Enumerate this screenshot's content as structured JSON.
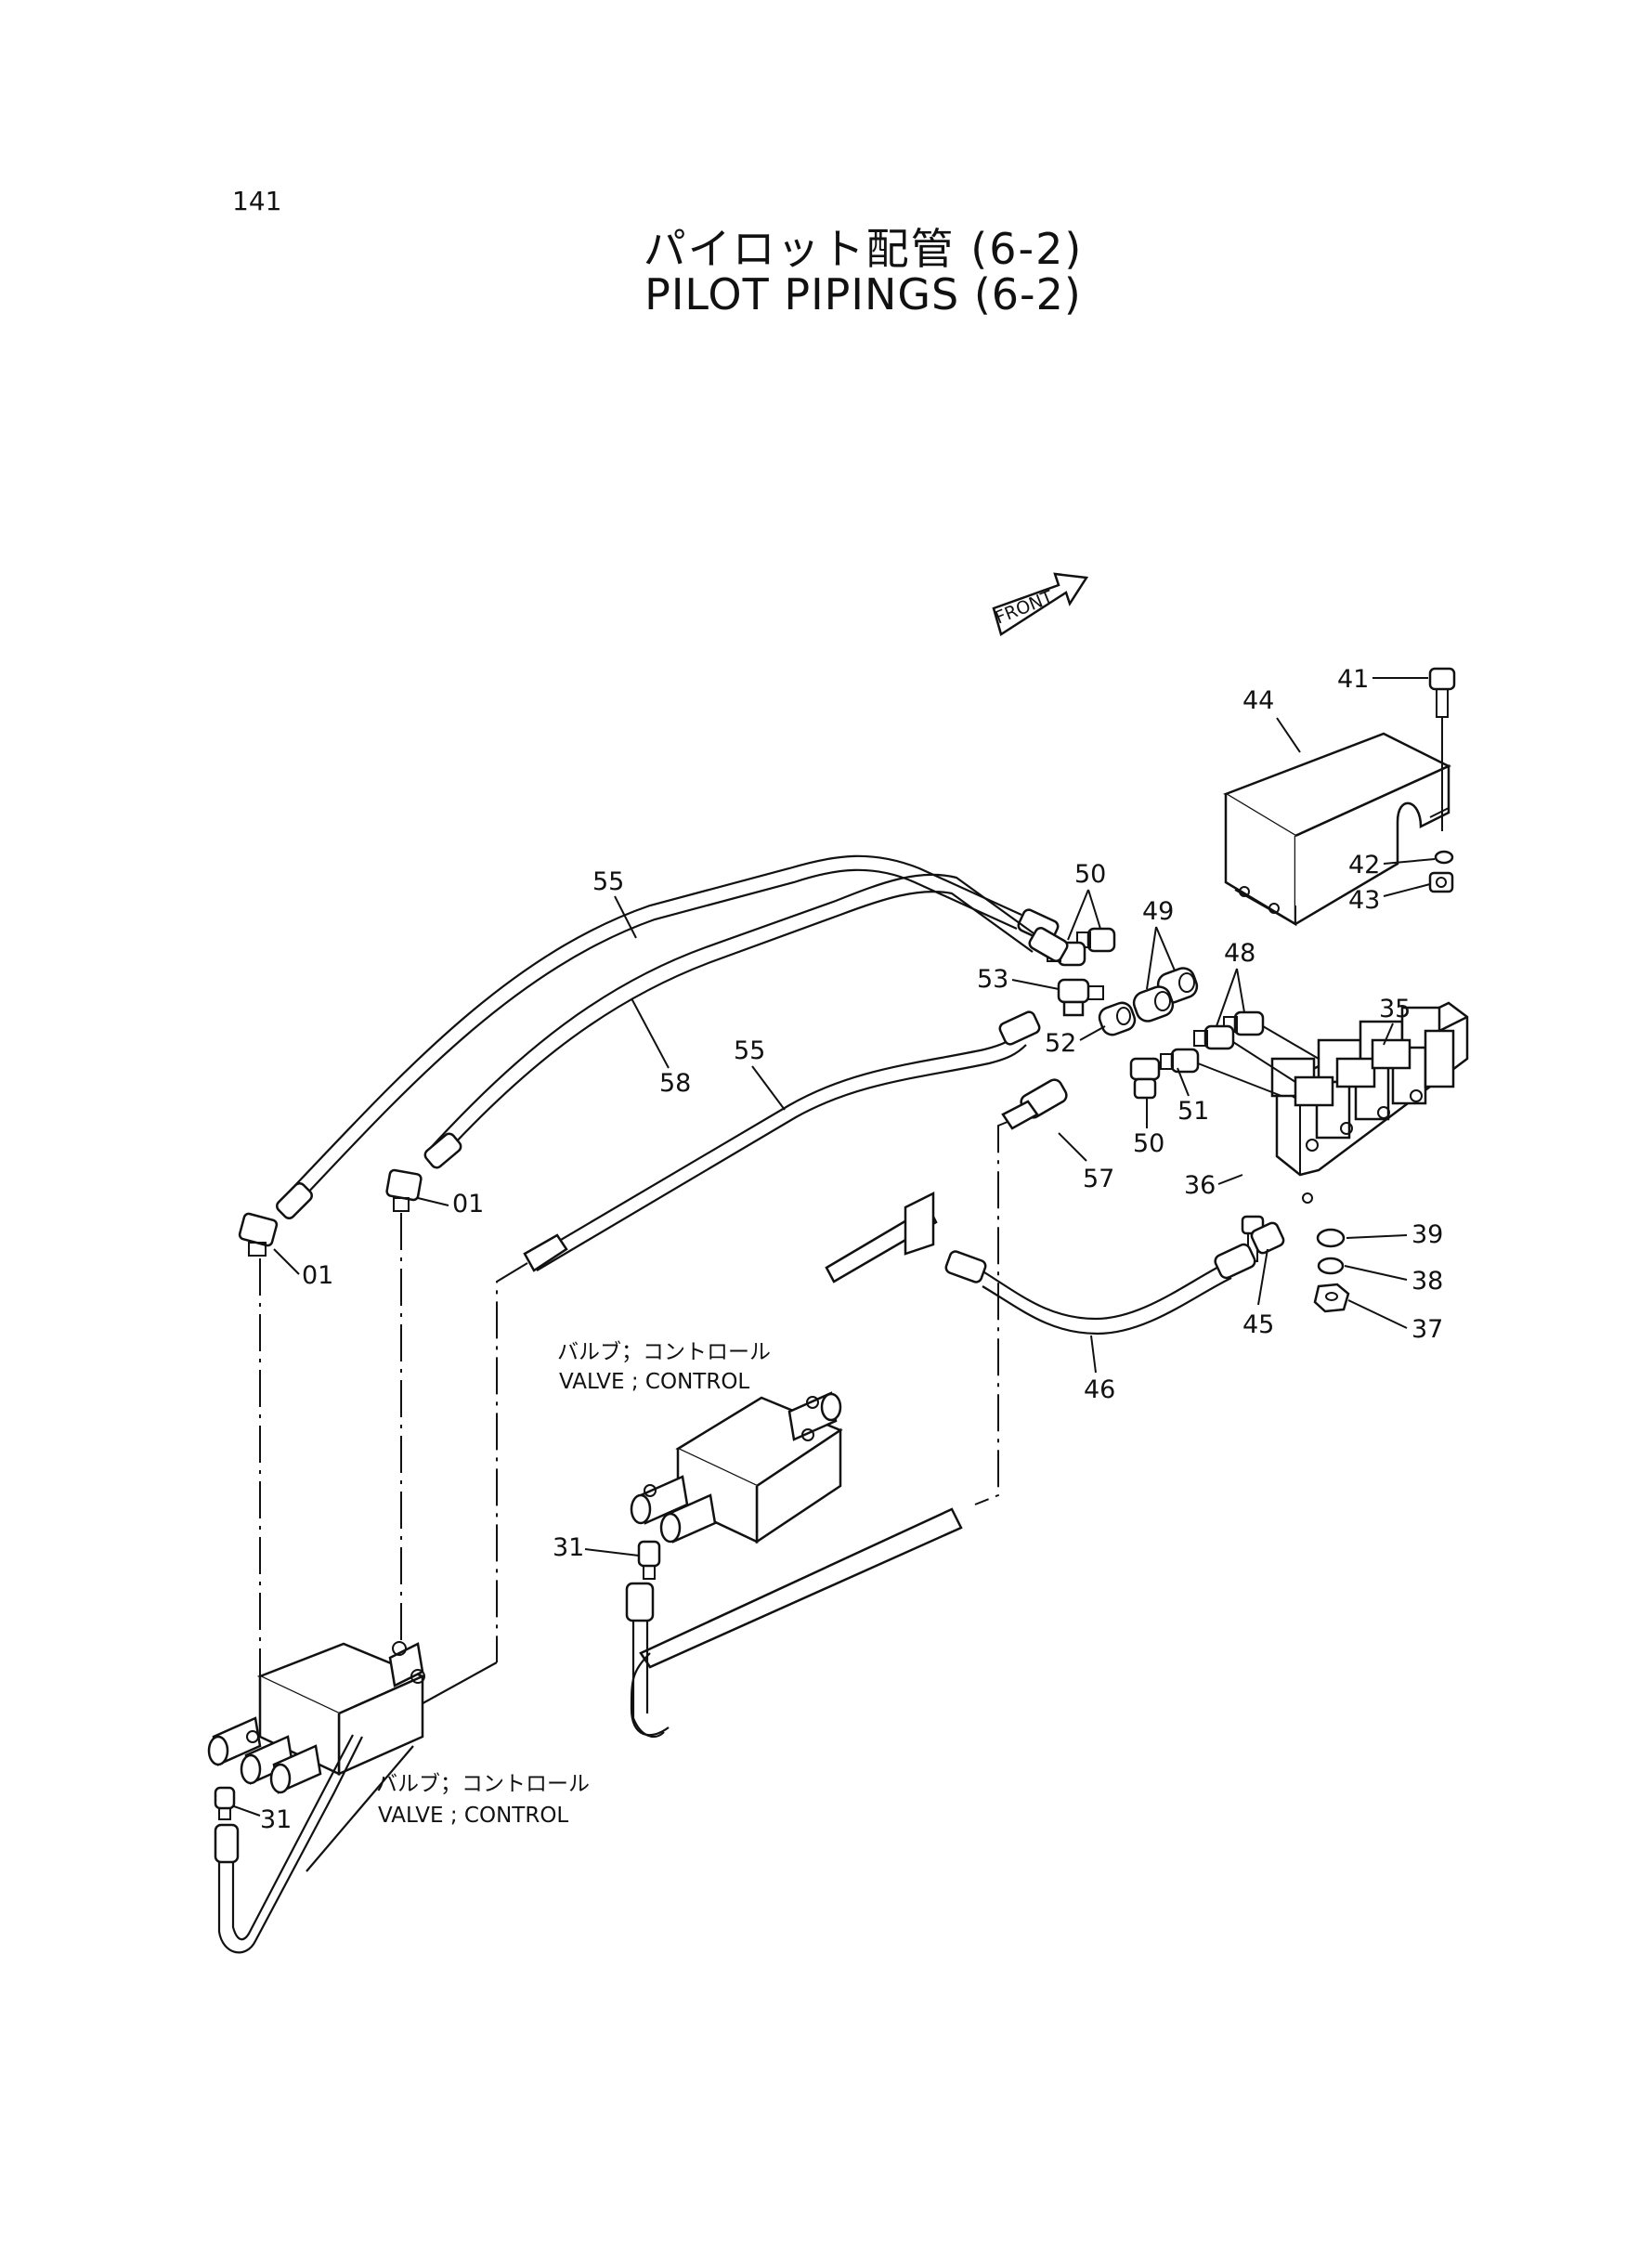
{
  "page_number": "141",
  "title": {
    "japanese": "パイロット配管 (6-2)",
    "english": "PILOT PIPINGS (6-2)"
  },
  "direction_marker": "FRONT",
  "captions": {
    "valve_upper_jp": "バルブ；コントロール",
    "valve_upper_en": "VALVE ; CONTROL",
    "valve_lower_jp": "バルブ；コントロール",
    "valve_lower_en": "VALVE ; CONTROL"
  },
  "callouts": {
    "c41": "41",
    "c44": "44",
    "c42": "42",
    "c43": "43",
    "c55_top": "55",
    "c50_top": "50",
    "c49": "49",
    "c48": "48",
    "c53": "53",
    "c35": "35",
    "c52": "52",
    "c58": "58",
    "c55_mid": "55",
    "c51": "51",
    "c50_mid": "50",
    "c57": "57",
    "c36": "36",
    "c01_right": "01",
    "c01_left": "01",
    "c39": "39",
    "c38": "38",
    "c37": "37",
    "c45": "45",
    "c46": "46",
    "c31_upper": "31",
    "c31_lower": "31"
  }
}
